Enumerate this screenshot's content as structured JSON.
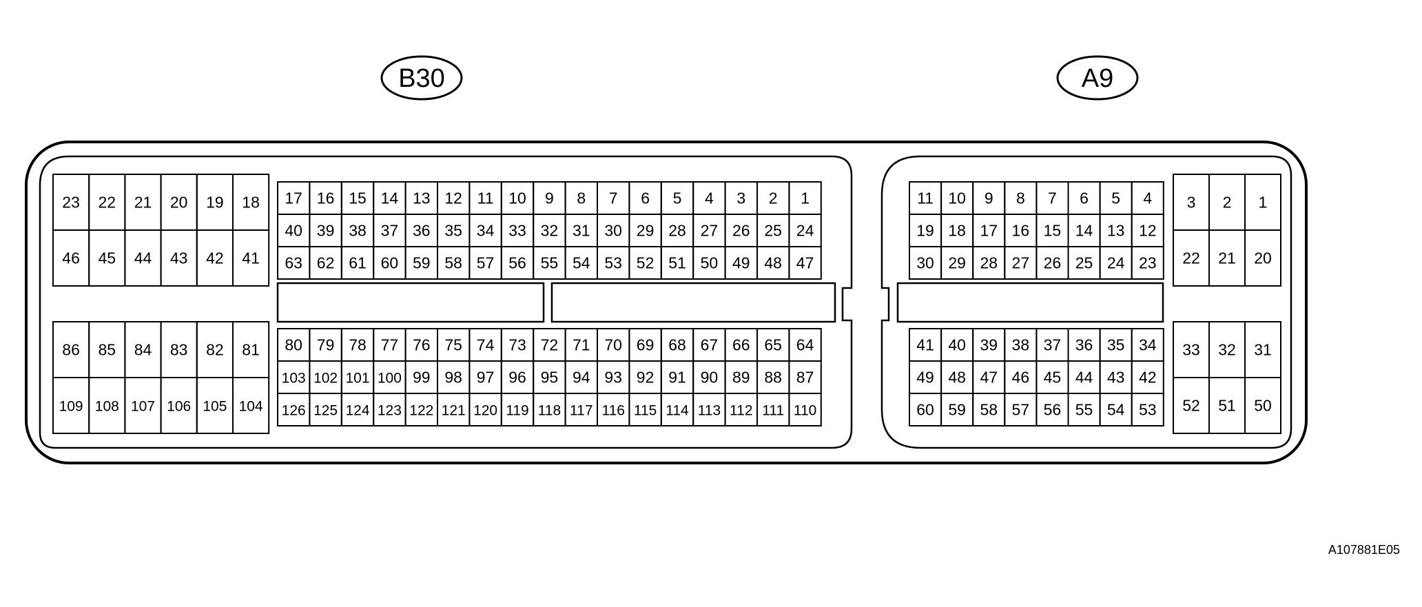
{
  "connectors": {
    "b30": {
      "label": "B30",
      "blocks": [
        {
          "id": "b30-top-left",
          "rows": [
            [
              "23",
              "22",
              "21",
              "20",
              "19",
              "18"
            ],
            [
              "46",
              "45",
              "44",
              "43",
              "42",
              "41"
            ]
          ]
        },
        {
          "id": "b30-bottom-left",
          "rows": [
            [
              "86",
              "85",
              "84",
              "83",
              "82",
              "81"
            ],
            [
              "109",
              "108",
              "107",
              "106",
              "105",
              "104"
            ]
          ]
        },
        {
          "id": "b30-top-main",
          "rows": [
            [
              "17",
              "16",
              "15",
              "14",
              "13",
              "12",
              "11",
              "10",
              "9",
              "8",
              "7",
              "6",
              "5",
              "4",
              "3",
              "2",
              "1"
            ],
            [
              "40",
              "39",
              "38",
              "37",
              "36",
              "35",
              "34",
              "33",
              "32",
              "31",
              "30",
              "29",
              "28",
              "27",
              "26",
              "25",
              "24"
            ],
            [
              "63",
              "62",
              "61",
              "60",
              "59",
              "58",
              "57",
              "56",
              "55",
              "54",
              "53",
              "52",
              "51",
              "50",
              "49",
              "48",
              "47"
            ]
          ]
        },
        {
          "id": "b30-bottom-main",
          "rows": [
            [
              "80",
              "79",
              "78",
              "77",
              "76",
              "75",
              "74",
              "73",
              "72",
              "71",
              "70",
              "69",
              "68",
              "67",
              "66",
              "65",
              "64"
            ],
            [
              "103",
              "102",
              "101",
              "100",
              "99",
              "98",
              "97",
              "96",
              "95",
              "94",
              "93",
              "92",
              "91",
              "90",
              "89",
              "88",
              "87"
            ],
            [
              "126",
              "125",
              "124",
              "123",
              "122",
              "121",
              "120",
              "119",
              "118",
              "117",
              "116",
              "115",
              "114",
              "113",
              "112",
              "111",
              "110"
            ]
          ]
        }
      ]
    },
    "a9": {
      "label": "A9",
      "blocks": [
        {
          "id": "a9-top-main",
          "rows": [
            [
              "11",
              "10",
              "9",
              "8",
              "7",
              "6",
              "5",
              "4"
            ],
            [
              "19",
              "18",
              "17",
              "16",
              "15",
              "14",
              "13",
              "12"
            ],
            [
              "30",
              "29",
              "28",
              "27",
              "26",
              "25",
              "24",
              "23"
            ]
          ]
        },
        {
          "id": "a9-bottom-main",
          "rows": [
            [
              "41",
              "40",
              "39",
              "38",
              "37",
              "36",
              "35",
              "34"
            ],
            [
              "49",
              "48",
              "47",
              "46",
              "45",
              "44",
              "43",
              "42"
            ],
            [
              "60",
              "59",
              "58",
              "57",
              "56",
              "55",
              "54",
              "53"
            ]
          ]
        },
        {
          "id": "a9-top-right",
          "rows": [
            [
              "3",
              "2",
              "1"
            ],
            [
              "22",
              "21",
              "20"
            ]
          ]
        },
        {
          "id": "a9-bottom-right",
          "rows": [
            [
              "33",
              "32",
              "31"
            ],
            [
              "52",
              "51",
              "50"
            ]
          ]
        }
      ]
    }
  },
  "reference_code": "A107881E05"
}
